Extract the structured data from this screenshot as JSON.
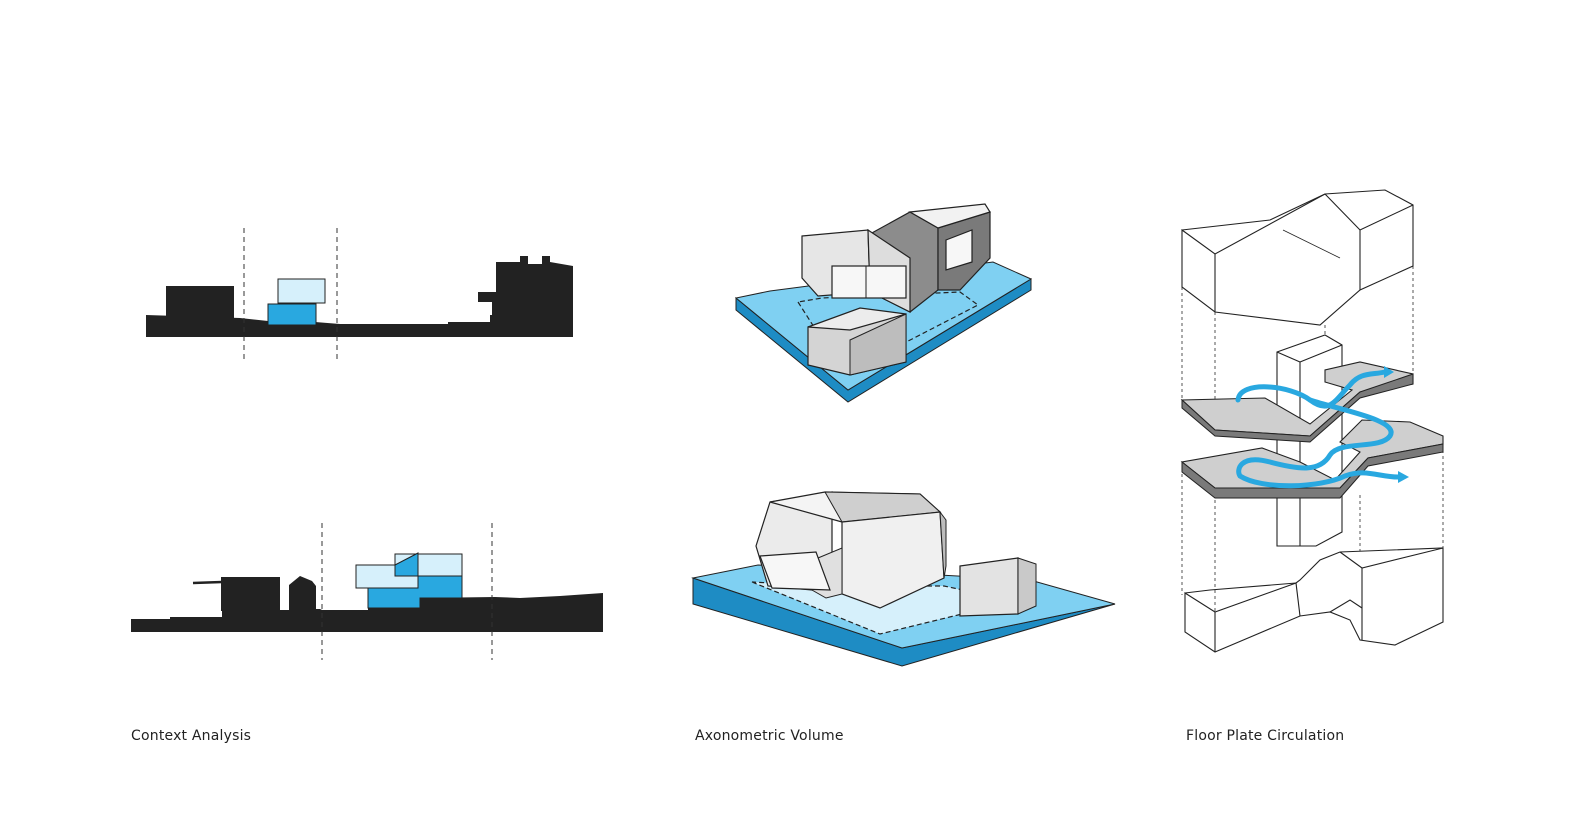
{
  "captions": {
    "context": "Context Analysis",
    "axonometric": "Axonometric Volume",
    "floor_plate": "Floor Plate Circulation"
  },
  "colors": {
    "mass": "#222222",
    "accent_blue": "#29a8e0",
    "light_blue": "#d6f0fb",
    "site_blue": "#7fd0f2",
    "site_blue_dark": "#1e8cc4",
    "wall_light": "#ececec",
    "wall_mid": "#d4d4d4",
    "wall_dark": "#8c8c8c",
    "slab_grey": "#cfcfcf",
    "line": "#222222"
  }
}
